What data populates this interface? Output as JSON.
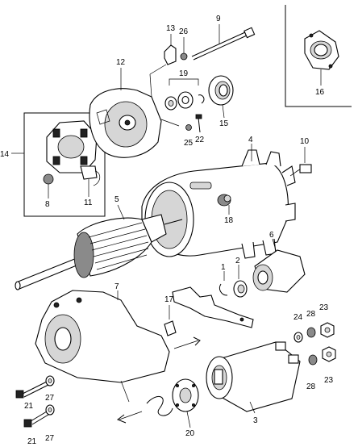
{
  "callouts": {
    "c1": "1",
    "c2": "2",
    "c3": "3",
    "c4": "4",
    "c5": "5",
    "c6": "6",
    "c7": "7",
    "c8": "8",
    "c9": "9",
    "c10": "10",
    "c11": "11",
    "c12": "12",
    "c13": "13",
    "c14": "14",
    "c15": "15",
    "c16": "16",
    "c17": "17",
    "c18": "18",
    "c19": "19",
    "c20": "20",
    "c21a": "21",
    "c21b": "21",
    "c22": "22",
    "c23a": "23",
    "c23b": "23",
    "c24": "24",
    "c25": "25",
    "c26": "26",
    "c27a": "27",
    "c27b": "27",
    "c28a": "28",
    "c28b": "28"
  }
}
